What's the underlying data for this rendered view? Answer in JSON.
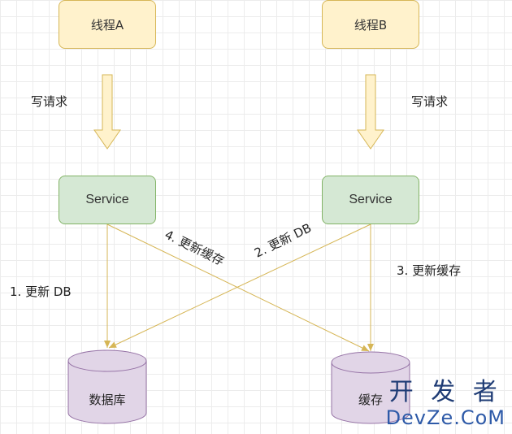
{
  "threads": [
    {
      "label": "线程A"
    },
    {
      "label": "线程B"
    }
  ],
  "requests": [
    {
      "label": "写请求"
    },
    {
      "label": "写请求"
    }
  ],
  "services": [
    {
      "label": "Service"
    },
    {
      "label": "Service"
    }
  ],
  "storage": {
    "db_label": "数据库",
    "cache_label": "缓存"
  },
  "steps": {
    "step1": "1. 更新 DB",
    "step2": "2. 更新 DB",
    "step3": "3. 更新缓存",
    "step4": "4. 更新缓存"
  },
  "watermark": {
    "chinese": "开 发 者",
    "latin": "DevZe.CoM"
  },
  "colors": {
    "thread_fill": "#fff2cc",
    "thread_stroke": "#d6b656",
    "service_fill": "#d5e8d4",
    "service_stroke": "#82b366",
    "storage_fill": "#e1d5e7",
    "storage_stroke": "#9673a6",
    "connector": "#d6b656"
  }
}
